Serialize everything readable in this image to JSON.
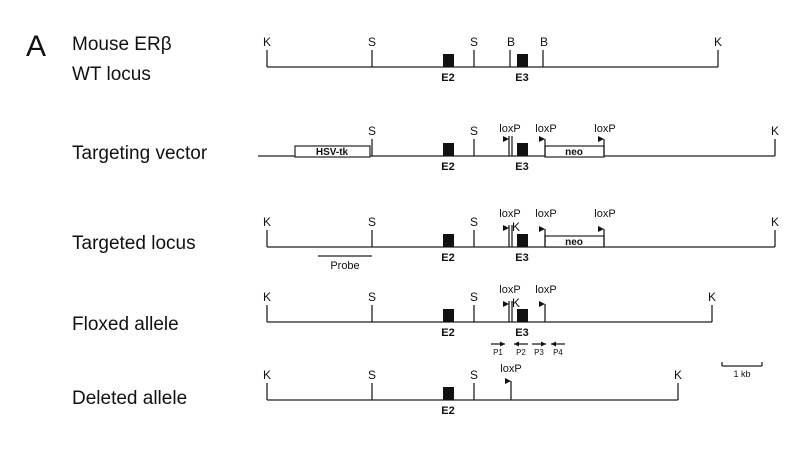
{
  "panel_label": "A",
  "rows": [
    {
      "label_lines": [
        "Mouse ERβ",
        "WT locus"
      ],
      "sites": [
        "K",
        "S",
        "S",
        "B",
        "B",
        "K"
      ],
      "exons": [
        "E2",
        "E3"
      ]
    },
    {
      "label_lines": [
        "Targeting vector"
      ],
      "sites": [
        "S",
        "S",
        "K"
      ],
      "boxes": [
        "HSV-tk",
        "neo"
      ],
      "loxp": [
        "loxP",
        "loxP",
        "loxP"
      ],
      "exons": [
        "E2",
        "E3"
      ]
    },
    {
      "label_lines": [
        "Targeted locus"
      ],
      "sites": [
        "K",
        "S",
        "S",
        "K",
        "K"
      ],
      "boxes": [
        "neo"
      ],
      "loxp": [
        "loxP",
        "loxP",
        "loxP"
      ],
      "exons": [
        "E2",
        "E3"
      ],
      "probe": "Probe"
    },
    {
      "label_lines": [
        "Floxed allele"
      ],
      "sites": [
        "K",
        "S",
        "S",
        "K",
        "K"
      ],
      "loxp": [
        "loxP",
        "loxP"
      ],
      "exons": [
        "E2",
        "E3"
      ],
      "primers": [
        "P1",
        "P2",
        "P3",
        "P4"
      ]
    },
    {
      "label_lines": [
        "Deleted allele"
      ],
      "sites": [
        "K",
        "S",
        "S",
        "K"
      ],
      "loxp": [
        "loxP"
      ],
      "exons": [
        "E2"
      ]
    }
  ],
  "scale_bar": "1 kb"
}
